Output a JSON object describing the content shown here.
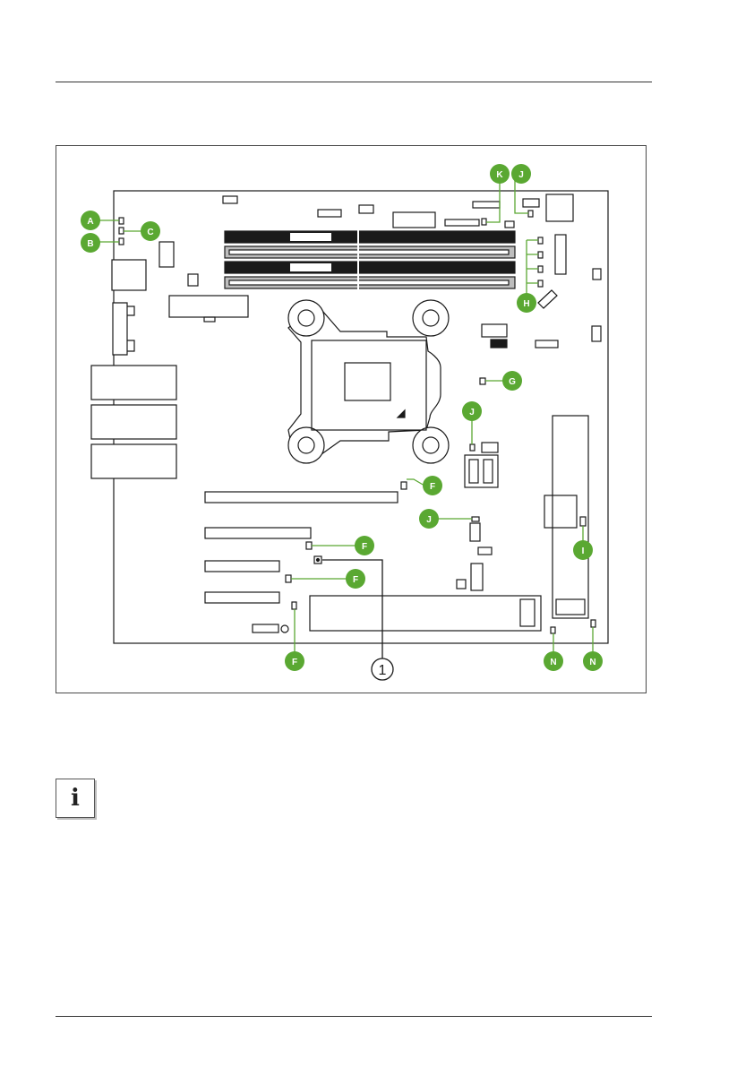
{
  "page": {
    "info_glyph": "i",
    "info_icon": "info-icon"
  },
  "figure": {
    "callout_color": "#5aa832",
    "label_text_color": "#ffffff",
    "board_stroke": "#1a1a1a",
    "callouts": [
      {
        "id": "callout-a",
        "label": "A"
      },
      {
        "id": "callout-b",
        "label": "B"
      },
      {
        "id": "callout-c",
        "label": "C"
      },
      {
        "id": "callout-k",
        "label": "K"
      },
      {
        "id": "callout-j-top",
        "label": "J"
      },
      {
        "id": "callout-h",
        "label": "H"
      },
      {
        "id": "callout-g",
        "label": "G"
      },
      {
        "id": "callout-j-mid",
        "label": "J"
      },
      {
        "id": "callout-f-upper",
        "label": "F"
      },
      {
        "id": "callout-j-lower",
        "label": "J"
      },
      {
        "id": "callout-f-mid1",
        "label": "F"
      },
      {
        "id": "callout-f-mid2",
        "label": "F"
      },
      {
        "id": "callout-i",
        "label": "I"
      },
      {
        "id": "callout-f-bottom",
        "label": "F"
      },
      {
        "id": "callout-n-left",
        "label": "N"
      },
      {
        "id": "callout-n-right",
        "label": "N"
      }
    ],
    "numbered_callout": {
      "label": "1"
    }
  }
}
